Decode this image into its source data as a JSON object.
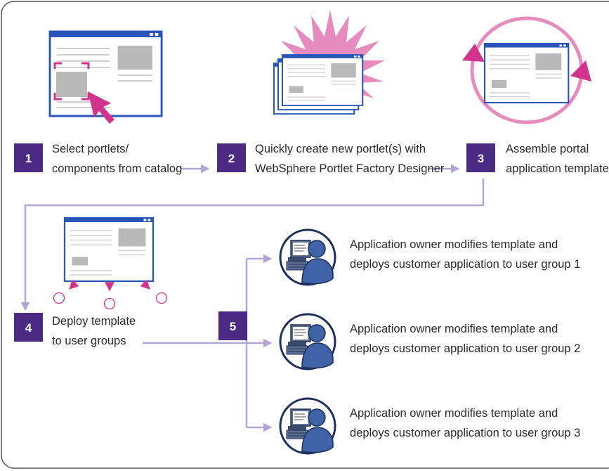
{
  "steps": [
    {
      "num": "1",
      "line1": "Select portlets/",
      "line2": "components from catalog"
    },
    {
      "num": "2",
      "line1": "Quickly create new portlet(s) with",
      "line2": "WebSphere Portlet Factory Designer"
    },
    {
      "num": "3",
      "line1": "Assemble portal",
      "line2": "application template"
    },
    {
      "num": "4",
      "line1": "Deploy template",
      "line2": "to user groups"
    },
    {
      "num": "5"
    }
  ],
  "groups": [
    {
      "line1": "Application owner modifies template and",
      "line2": "deploys customer application to user group 1"
    },
    {
      "line1": "Application owner modifies template and",
      "line2": "deploys customer application to user group 2"
    },
    {
      "line1": "Application owner modifies template and",
      "line2": "deploys customer application to user group 3"
    }
  ],
  "colors": {
    "badge": "#4a2a82",
    "connector": "#b2a6d6",
    "magenta": "#d2338c",
    "person": "#3f63a6",
    "window_frame": "#2a55b8"
  },
  "icons": [
    "portal-window-icon",
    "selection-cursor-icon",
    "starburst-icon",
    "cycle-arrows-icon",
    "deploy-arrows-icon",
    "user-at-computer-icon"
  ]
}
